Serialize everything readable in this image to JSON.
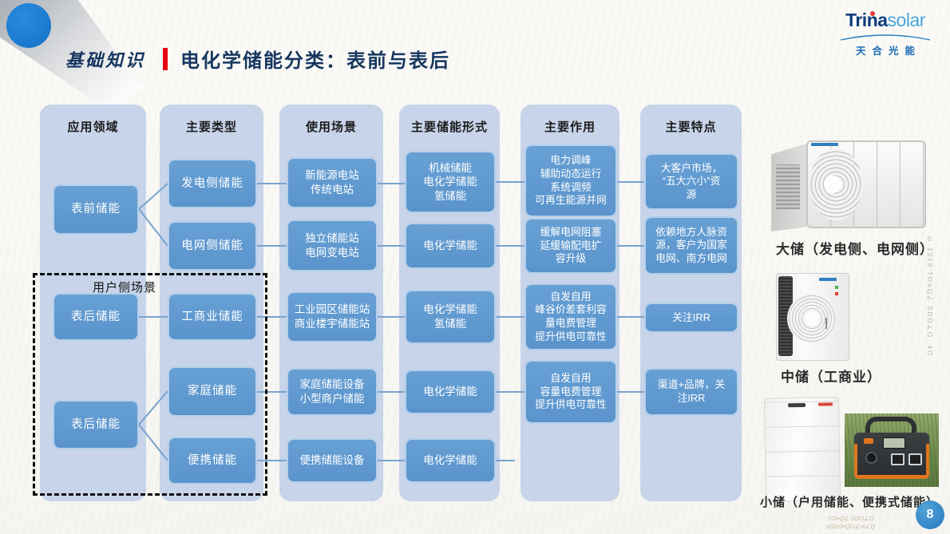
{
  "header": {
    "section": "基础知识",
    "title": "电化学储能分类：表前与表后"
  },
  "logo": {
    "brand_bold": "Trina",
    "brand_light": "solar",
    "cjk": "天合光能"
  },
  "colors": {
    "accent_red": "#e60012",
    "navy_title": "#16365f",
    "box_blue": "#5f99d0",
    "column_blue": "#c7d4e9",
    "badge_blue": "#2f86c7"
  },
  "diagram": {
    "columns": [
      {
        "header": "应用领域"
      },
      {
        "header": "主要类型"
      },
      {
        "header": "使用场景"
      },
      {
        "header": "主要储能形式"
      },
      {
        "header": "主要作用"
      },
      {
        "header": "主要特点"
      }
    ],
    "user_side_label": "用户侧场景",
    "boxes": {
      "front_meter": "表前储能",
      "behind_meter_1": "表后储能",
      "behind_meter_2": "表后储能",
      "gen_side": "发电侧储能",
      "grid_side": "电网侧储能",
      "ci": "工商业储能",
      "home": "家庭储能",
      "portable": "便携储能",
      "scene_gen": "新能源电站\n传统电站",
      "scene_grid": "独立储能站\n电网变电站",
      "scene_ci": "工业园区储能站\n商业楼宇储能站",
      "scene_home": "家庭储能设备\n小型商户储能",
      "scene_portable": "便携储能设备",
      "form_gen": "机械储能\n电化学储能\n氢储能",
      "form_grid": "电化学储能",
      "form_ci": "电化学储能\n氢储能",
      "form_home": "电化学储能",
      "form_portable": "电化学储能",
      "role_gen": "电力调峰\n辅助动态运行\n系统调频\n可再生能源并网",
      "role_grid": "缓解电网阻塞\n延缓输配电扩\n容升级",
      "role_ci": "自发自用\n峰谷价差套利容\n量电费管理\n提升供电可靠性",
      "role_home": "自发自用\n容量电费管理\n提升供电可靠性",
      "feat_gen": "大客户市场，\n“五大六小”资\n源",
      "feat_grid": "依赖地方人脉资\n源，客户为国家\n电网、南方电网",
      "feat_ci": "关注IRR",
      "feat_home": "渠道+品牌，关\n注IRR"
    }
  },
  "products": [
    {
      "caption": "大储（发电侧、电网侧）"
    },
    {
      "caption": "中储（工商业）"
    },
    {
      "caption": "小储（户用储能、便携式储能）"
    }
  ],
  "footer": {
    "page": "8"
  },
  "watermarks": {
    "side": "© 2019 TO≡Q∠ SDO∠O. 4O",
    "bottom": "TO≡Q∠ SDO∠O\ncOD//≡QO∠/≡∠Q"
  }
}
